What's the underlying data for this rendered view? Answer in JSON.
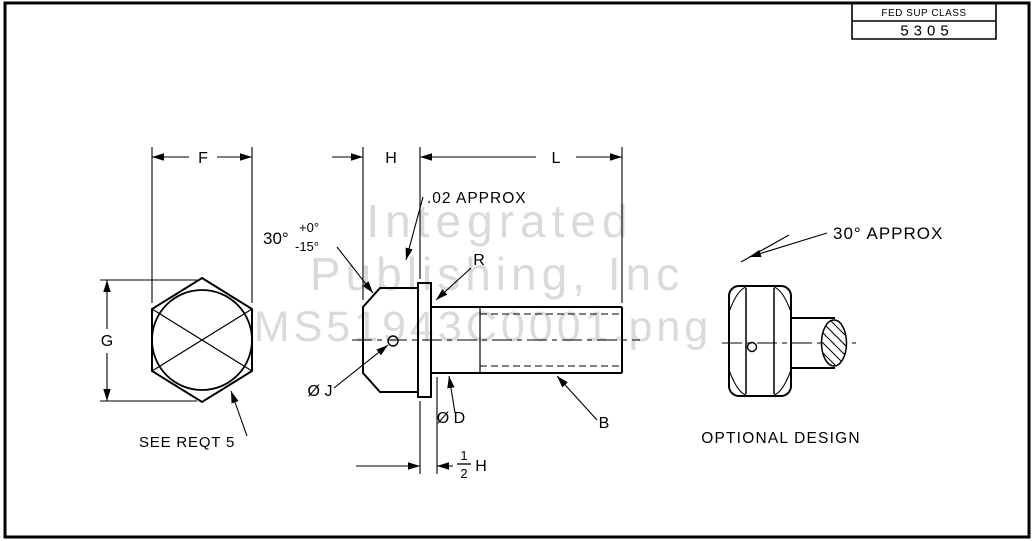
{
  "title_block": {
    "class_label": "FED SUP CLASS",
    "class_value": "5305"
  },
  "watermark": {
    "line1": "Integrated",
    "line2": "Publishing, Inc",
    "line3": "MS51943C0001.png"
  },
  "front_view": {
    "dim_f": "F",
    "dim_g": "G",
    "note_see_reqt": "SEE REQT 5"
  },
  "side_view": {
    "dim_h": "H",
    "dim_l": "L",
    "note_02_approx": ".02 APPROX",
    "angle_base": "30°",
    "angle_tol_plus": "+0°",
    "angle_tol_minus": "-15°",
    "dim_r": "R",
    "dim_j": "Ø J",
    "dim_d": "Ø D",
    "dim_b": "B",
    "half_h_numerator": "1",
    "half_h_denominator": "2",
    "half_h_letter": "H"
  },
  "optional_view": {
    "angle_note": "30° APPROX",
    "caption": "OPTIONAL DESIGN"
  },
  "colors": {
    "ink": "#000000",
    "paper": "#ffffff",
    "watermark": "#dadada"
  }
}
